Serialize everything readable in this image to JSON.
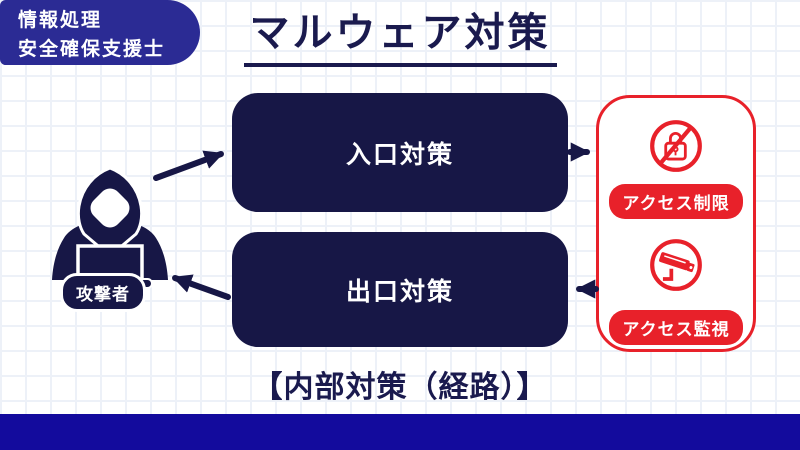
{
  "badge": {
    "line1": "情報処理",
    "line2": "安全確保支援士"
  },
  "title": "マルウェア対策",
  "attacker": {
    "label": "攻撃者"
  },
  "boxes": {
    "entrance": "入口対策",
    "exit": "出口対策"
  },
  "panel": {
    "items": [
      {
        "icon": "no-access-lock-icon",
        "label": "アクセス制限"
      },
      {
        "icon": "surveillance-camera-icon",
        "label": "アクセス監視"
      }
    ]
  },
  "footer": {
    "caption": "【内部対策（経路）】"
  },
  "colors": {
    "navy_dark": "#171746",
    "title_navy": "#1a1a4e",
    "badge_blue": "#2b2b94",
    "bottom_bar_blue": "#130b9d",
    "red": "#e8212a",
    "grid_line": "#eef1f8",
    "background": "#ffffff"
  }
}
